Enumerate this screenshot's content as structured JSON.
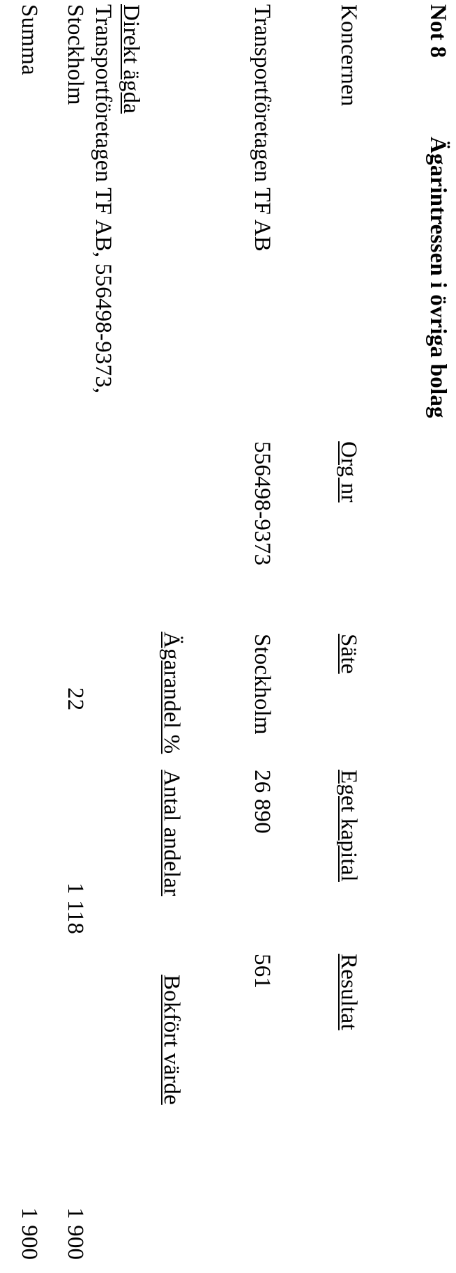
{
  "note": {
    "number": "Not 8",
    "title": "Ägarintressen i övriga bolag"
  },
  "group_section": {
    "heading": "Koncernen",
    "columns": {
      "org_nr": "Org nr",
      "sate": "Säte",
      "eget_kapital": "Eget kapital",
      "resultat": "Resultat"
    },
    "row": {
      "name": "Transportföretagen TF AB",
      "org_nr": "556498-9373",
      "sate": "Stockholm",
      "eget_kapital": "26 890",
      "resultat": "561"
    }
  },
  "holdings_section": {
    "columns": {
      "agarandel": "Ägarandel %",
      "antal_andelar": "Antal andelar",
      "bokfort_varde": "Bokfört värde"
    },
    "subheading": "Direkt ägda",
    "row": {
      "name_line1": "Transportföretagen TF AB, 556498-9373,",
      "name_line2": "Stockholm",
      "agarandel": "22",
      "antal_andelar": "1 118",
      "bokfort_varde": "1 900"
    },
    "total": {
      "label": "Summa",
      "value": "1 900"
    }
  }
}
